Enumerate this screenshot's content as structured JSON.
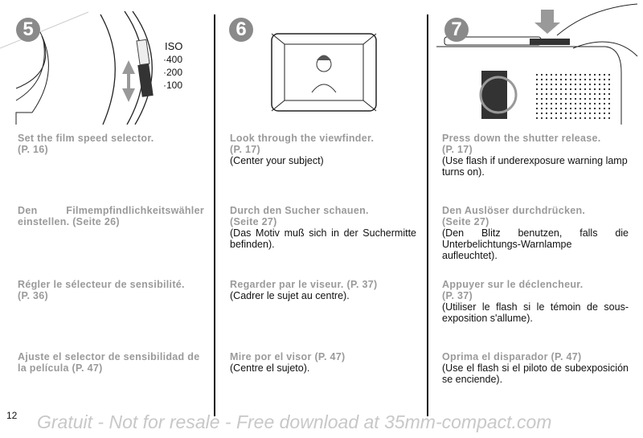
{
  "steps": [
    {
      "number": "5",
      "iso_label": "ISO",
      "iso_values": [
        "·400",
        "·200",
        "·100"
      ],
      "blocks": [
        {
          "head": "Set the film speed selector.",
          "ref": "(P. 16)",
          "body": ""
        },
        {
          "head": "Den Filmempfindlichkeitswähler einstellen.",
          "ref": "(Seite 26)",
          "body": ""
        },
        {
          "head": "Régler le sélecteur de sensibilité.",
          "ref": "(P. 36)",
          "body": ""
        },
        {
          "head": "Ajuste el selector de sensibilidad de la película",
          "ref": "(P. 47)",
          "body": ""
        }
      ]
    },
    {
      "number": "6",
      "blocks": [
        {
          "head": "Look through the viewfinder.",
          "ref": "(P. 17)",
          "body": "(Center your subject)"
        },
        {
          "head": "Durch den Sucher schauen.",
          "ref": "(Seite 27)",
          "body": "(Das Motiv muß sich in der Suchermitte befinden)."
        },
        {
          "head": "Regarder par le viseur.",
          "ref": "(P. 37)",
          "body": "(Cadrer le sujet au centre)."
        },
        {
          "head": "Mire por el visor",
          "ref": "(P. 47)",
          "body": "(Centre el sujeto)."
        }
      ]
    },
    {
      "number": "7",
      "blocks": [
        {
          "head": "Press down the shutter release.",
          "ref": "(P. 17)",
          "body": "(Use flash if underexposure warning lamp turns on)."
        },
        {
          "head": "Den Auslöser durchdrücken.",
          "ref": "(Seite 27)",
          "body": "(Den Blitz benutzen, falls die Unterbelichtungs-Warnlampe aufleuchtet)."
        },
        {
          "head": "Appuyer sur le déclencheur.",
          "ref": "(P. 37)",
          "body": "(Utiliser le flash si le témoin de sous-exposition s'allume)."
        },
        {
          "head": "Oprima el disparador",
          "ref": "(P. 47)",
          "body": "(Use el flash si el piloto de subexposición se enciende)."
        }
      ]
    }
  ],
  "page_number": "12",
  "watermark": "Gratuit - Not for resale - Free download at 35mm-compact.com"
}
